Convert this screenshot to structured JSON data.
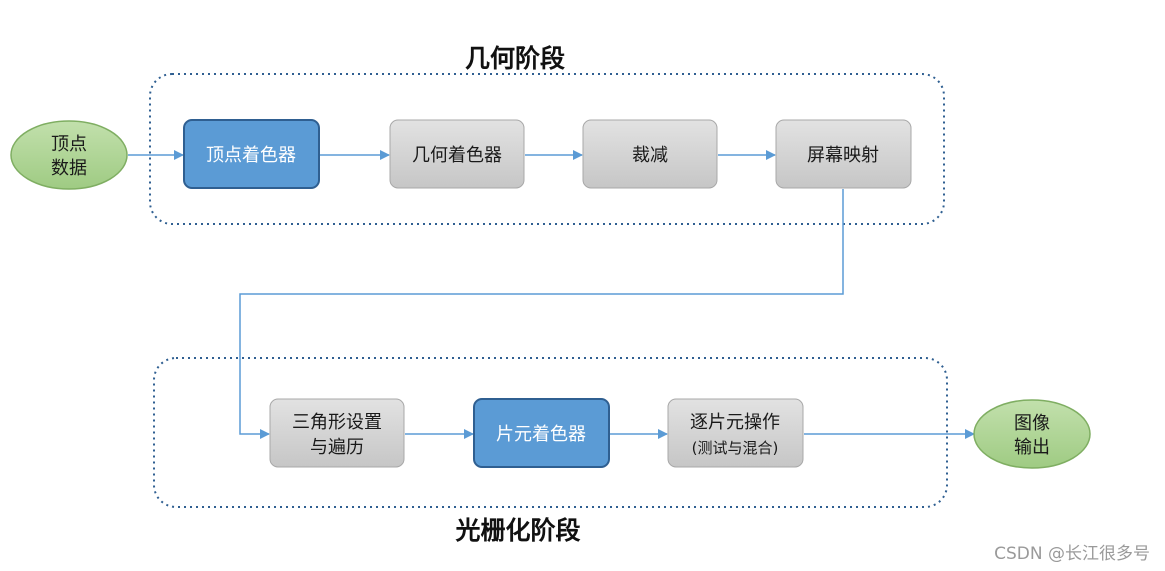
{
  "diagram": {
    "geometry_stage": {
      "title": "几何阶段"
    },
    "raster_stage": {
      "title": "光栅化阶段"
    },
    "nodes": {
      "vertex_data": {
        "line1": "顶点",
        "line2": "数据"
      },
      "vertex_shader": {
        "label": "顶点着色器"
      },
      "geometry_shader": {
        "label": "几何着色器"
      },
      "clipping": {
        "label": "裁减"
      },
      "screen_mapping": {
        "label": "屏幕映射"
      },
      "triangle_setup": {
        "line1": "三角形设置",
        "line2": "与遍历"
      },
      "fragment_shader": {
        "label": "片元着色器"
      },
      "per_fragment_ops": {
        "line1": "逐片元操作",
        "line2": "(测试与混合)"
      },
      "image_output": {
        "line1": "图像",
        "line2": "输出"
      }
    },
    "colors": {
      "blue_fill": "#5b9bd5",
      "blue_stroke": "#2f5f91",
      "gray_fill": "#d0d0d0",
      "green_fill": "#a9d18e",
      "arrow": "#5b9bd5",
      "dotted_border": "#2f5f91"
    }
  },
  "watermark": "CSDN @长江很多号"
}
